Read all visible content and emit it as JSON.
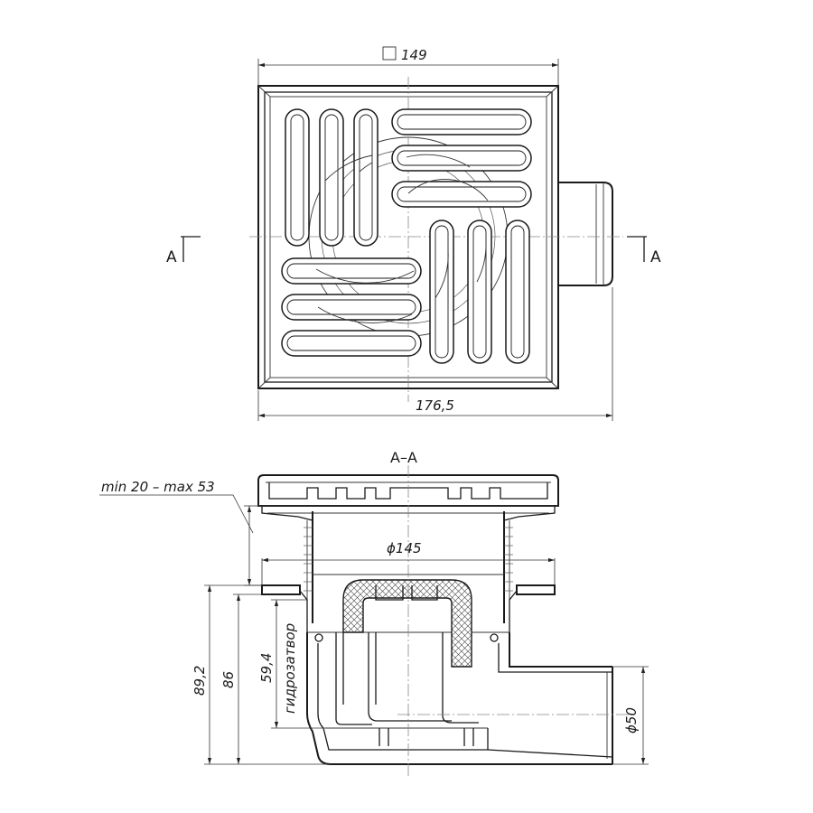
{
  "plan_view": {
    "dim_square_symbol": "□",
    "dim_square": "149",
    "dim_width": "176,5",
    "section_mark_left": "A",
    "section_mark_right": "A"
  },
  "section_view": {
    "title": "A–A",
    "install_range": "min 20 – max 53",
    "dim_diameter_bowl": "ϕ145",
    "dim_height_total": "89,2",
    "dim_height_body": "86",
    "dim_water_seal": "59,4",
    "water_seal_label": "гидрозатвор",
    "dim_outlet": "ϕ50"
  }
}
